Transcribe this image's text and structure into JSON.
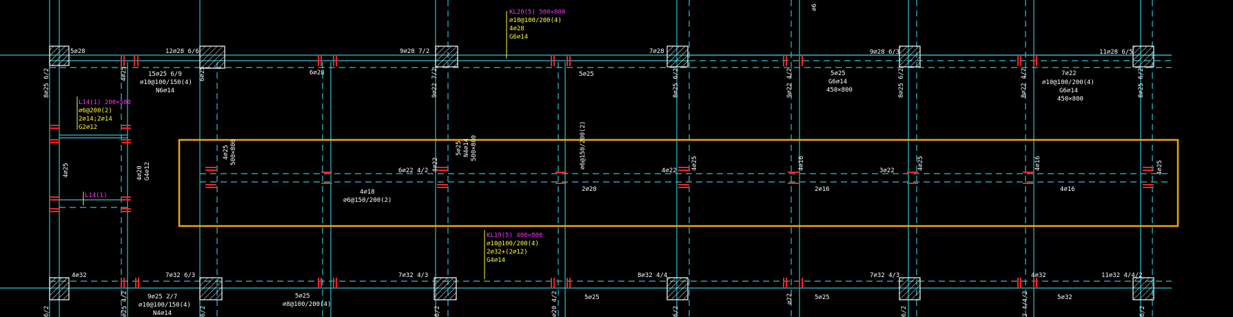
{
  "colors": {
    "background": "#000000",
    "beam_line": "#29c6d6",
    "column_outline": "#ffffff",
    "rebar_tick": "#ff2222",
    "annotation_text": "#ffffff",
    "callout_text": "#ffff33",
    "beam_name_text": "#ff33ff",
    "highlight_frame": "#f2a900"
  },
  "top_beam": {
    "labels": [
      "5⌀28",
      "12⌀28 6/6",
      "9⌀28 7/2",
      "7⌀28",
      "9⌀28 6/3",
      "11⌀28 6/5"
    ],
    "bottom": [
      "6⌀28",
      "5⌀25",
      "5⌀25",
      "7⌀22"
    ],
    "side_notes": [
      "15⌀25 6/9",
      "⌀10@100/150(4)",
      "N6⌀14"
    ],
    "right_notes": [
      "⌀10@100/200(4)",
      "G6⌀14",
      "450×800"
    ],
    "mid_notes": [
      "G6⌀14",
      "450×800"
    ]
  },
  "callout_top": {
    "name": "KL20(5) 500×800",
    "lines": [
      "⌀10@100/200(4)",
      "4⌀28",
      "G6⌀14"
    ]
  },
  "callout_left": {
    "name": "L14(1) 200×500",
    "lines": [
      "⌀6@200(2)",
      "2⌀14;2⌀14",
      "G2⌀12"
    ]
  },
  "left_small_beam": {
    "name": "L14(1)"
  },
  "callout_bottom": {
    "name": "KL19(5) 400×800",
    "lines": [
      "⌀10@100/200(4)",
      "2⌀32+(2⌀12)",
      "G4⌀14"
    ]
  },
  "top_right_text": "⌀6",
  "mid_beam": {
    "labels": [
      "6⌀22 4/2",
      "4⌀22",
      "3⌀22"
    ],
    "bottom": [
      "4⌀18",
      "2⌀20",
      "2⌀16",
      "4⌀16"
    ],
    "stirrup": "⌀6@150/200(2)",
    "left_col": [
      "4⌀25",
      "500×800"
    ],
    "mid_col": [
      "5⌀25",
      "N4⌀14",
      "500×800"
    ],
    "vertical_tag": "⌀6@150/200(2)"
  },
  "vertical_labels": [
    "8⌀25 6/2",
    "9⌀22 7/2",
    "8⌀25 6/2",
    "9⌀22 4/2",
    "8⌀25 6/2",
    "8⌀22 4/2",
    "8⌀25 6/2"
  ],
  "side_tags": [
    "4⌀25",
    "4⌀20",
    "G4⌀12",
    "4⌀22",
    "4⌀25",
    "4⌀16",
    "4⌀25",
    "4⌀16",
    "4⌀25"
  ],
  "bottom_beam": {
    "labels": [
      "4⌀32",
      "7⌀32 6/3",
      "7⌀32 4/3",
      "8⌀32 4/4",
      "7⌀32 4/3",
      "4⌀32",
      "11⌀32 4/4/2"
    ],
    "bottom": [
      "5⌀25",
      "5⌀25",
      "5⌀25",
      "5⌀32"
    ],
    "notes": [
      "9⌀25 2/7",
      "⌀10@100/150(4)",
      "N4⌀14",
      "⌀8@100/200(4)"
    ]
  },
  "bottom_vertical_labels": [
    "6/2",
    "⌀25 4/2",
    "6/2",
    "6/2",
    "⌀20 4/2",
    "⌀22",
    "6/2",
    "6/2",
    "2 4/4/2",
    "6/2"
  ]
}
